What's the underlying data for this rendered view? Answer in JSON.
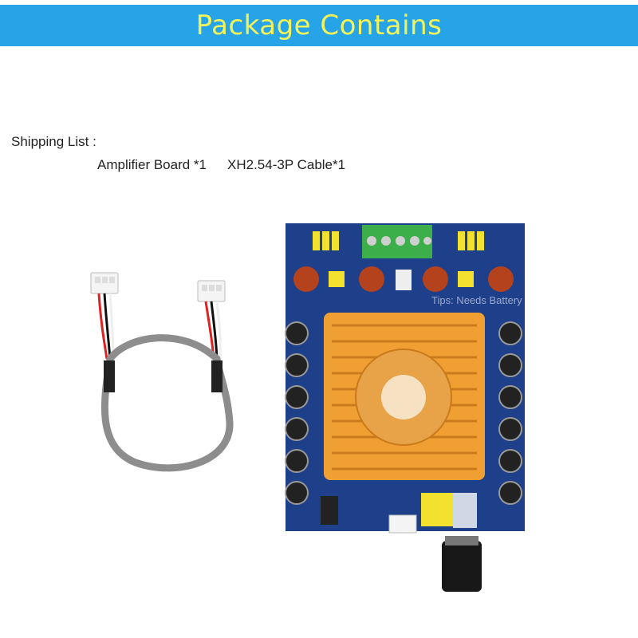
{
  "banner": {
    "title": "Package Contains"
  },
  "shipping": {
    "label": "Shipping List :",
    "items": [
      "Amplifier Board *1",
      "XH2.54-3P Cable*1"
    ]
  },
  "watermark": "Tips: Needs Battery",
  "colors": {
    "banner_bg": "#27a3e8",
    "banner_text": "#f3f35a",
    "pcb": "#1e3f8a",
    "heatsink": "#f0a032"
  },
  "images": {
    "cable": "xh2.54-3p-cable-photo",
    "board": "amplifier-board-photo"
  }
}
